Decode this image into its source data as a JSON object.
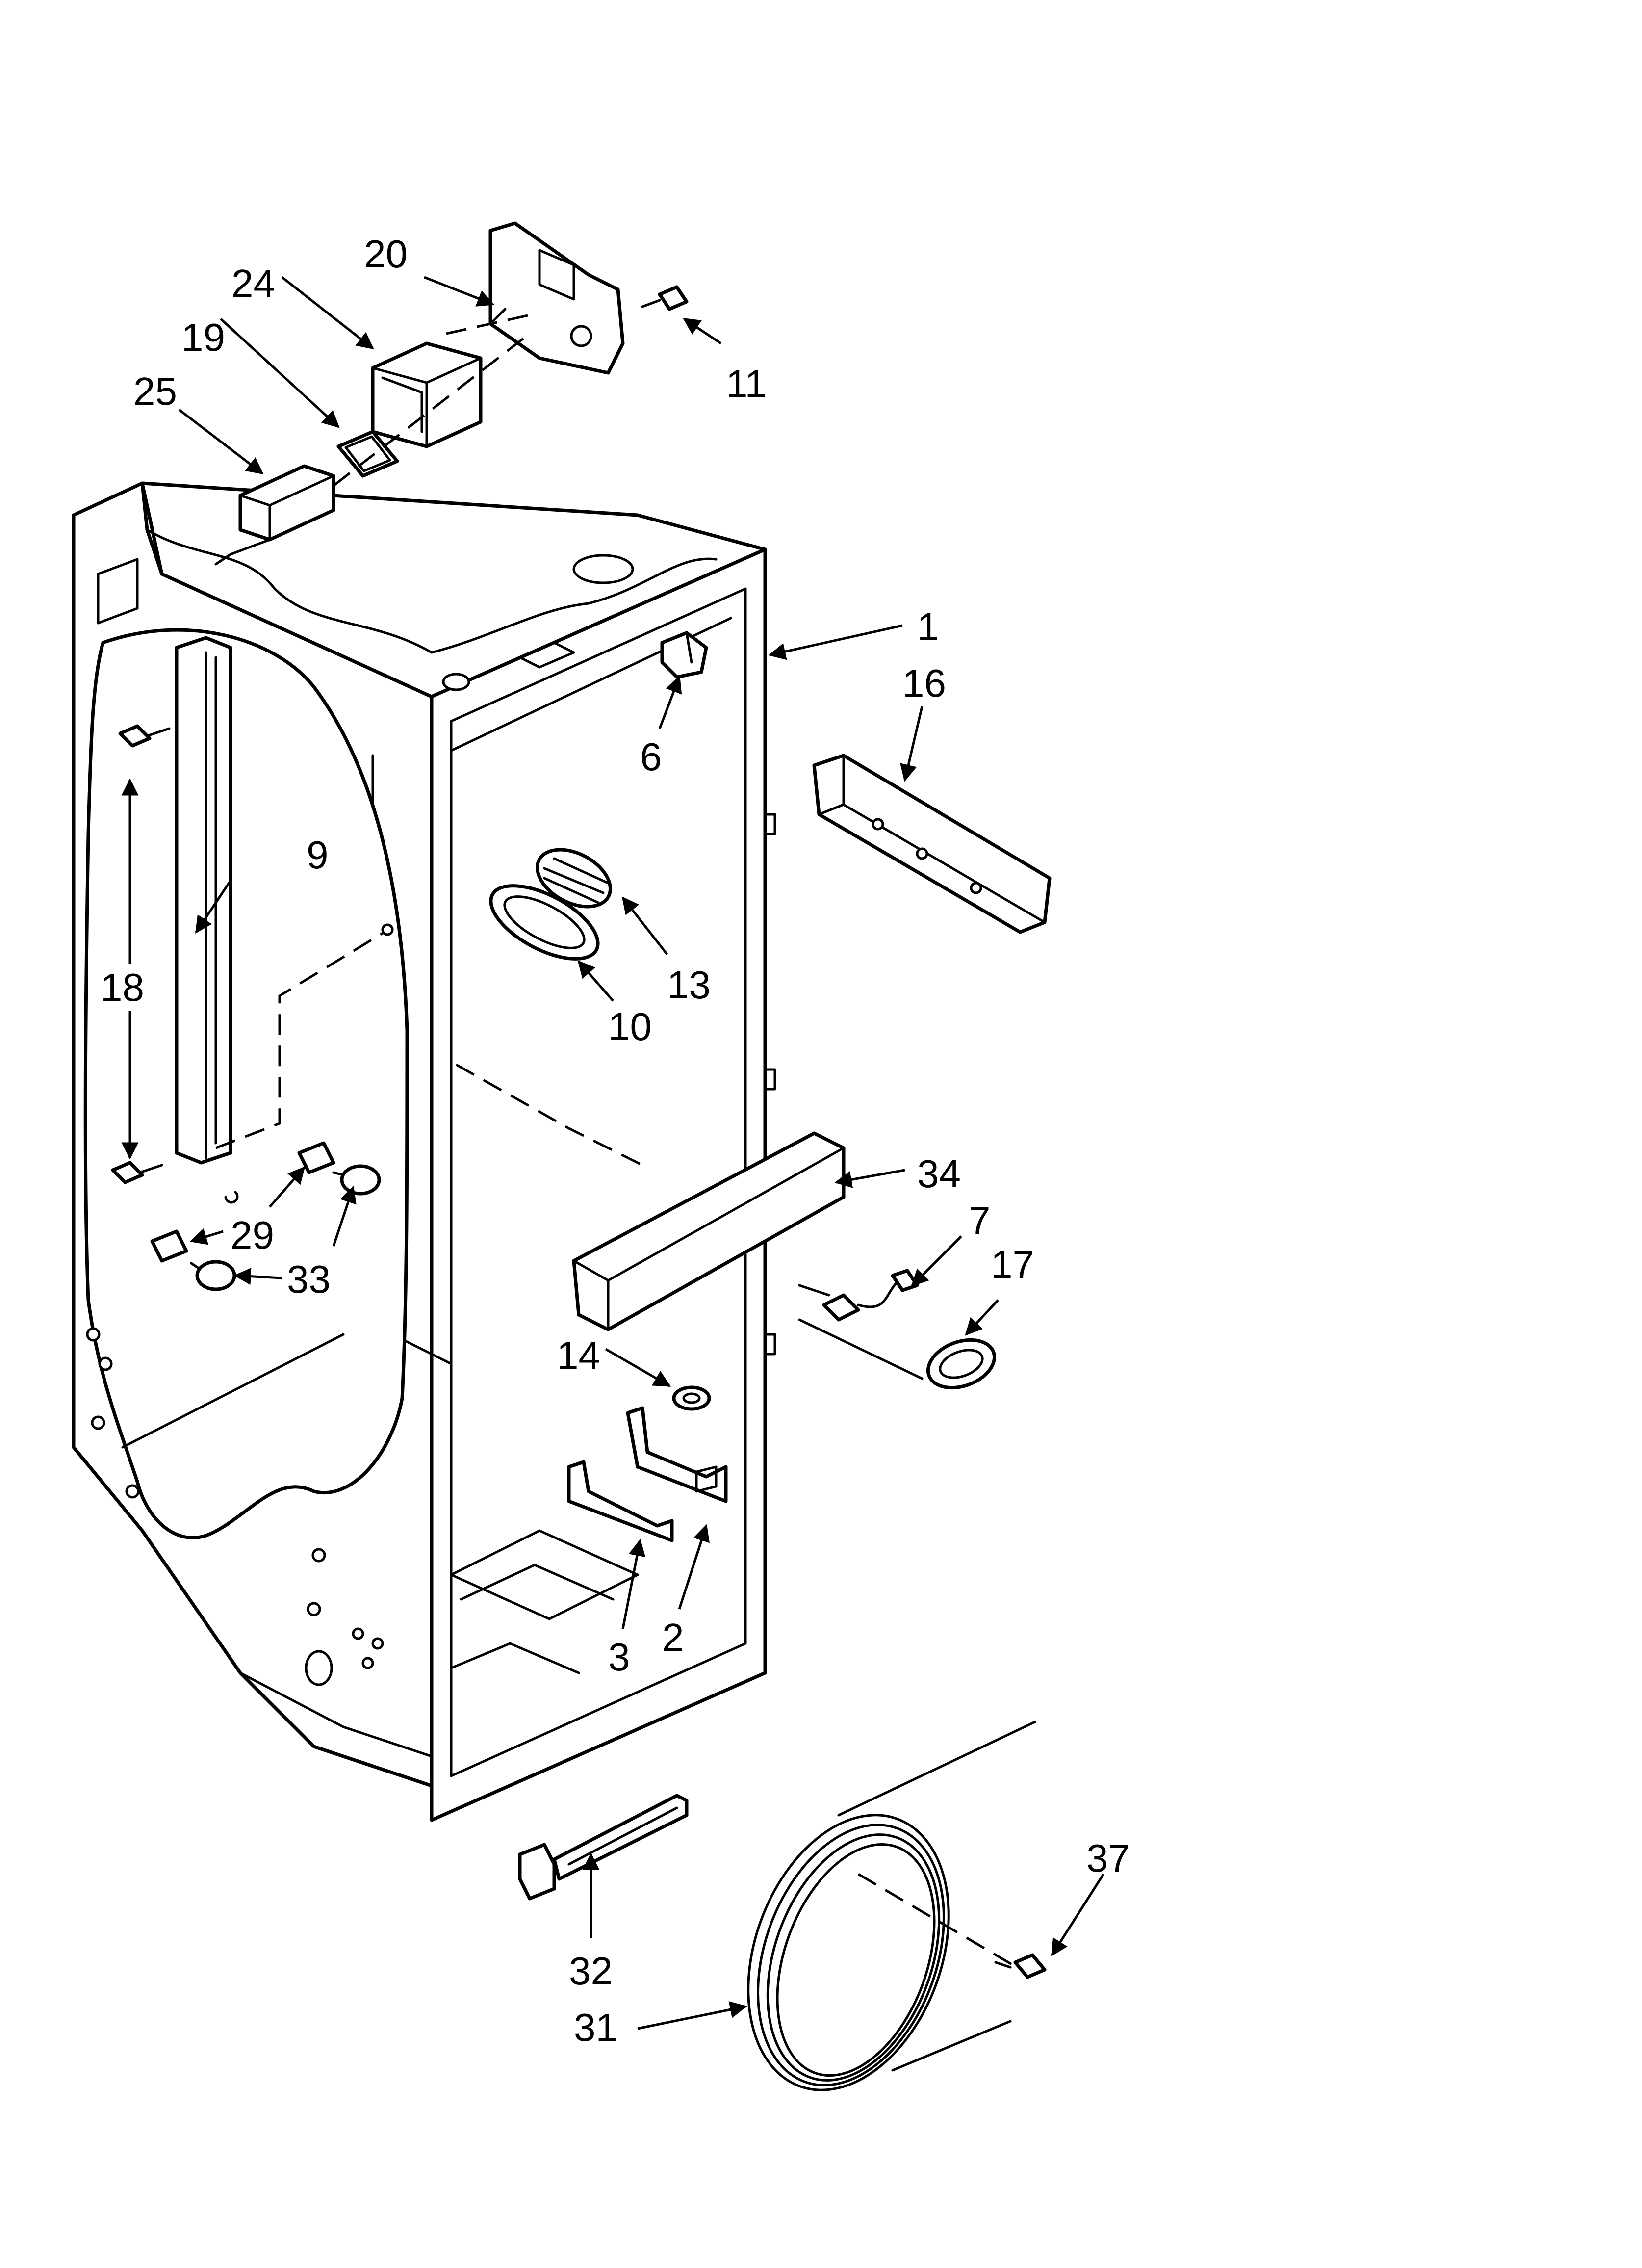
{
  "callouts": {
    "p1": "1",
    "p2": "2",
    "p3": "3",
    "p6": "6",
    "p7": "7",
    "p9": "9",
    "p10": "10",
    "p11": "11",
    "p13": "13",
    "p14": "14",
    "p16": "16",
    "p17": "17",
    "p18": "18",
    "p19": "19",
    "p20": "20",
    "p24": "24",
    "p25": "25",
    "p29": "29",
    "p31": "31",
    "p32": "32",
    "p33": "33",
    "p34": "34",
    "p37": "37"
  }
}
